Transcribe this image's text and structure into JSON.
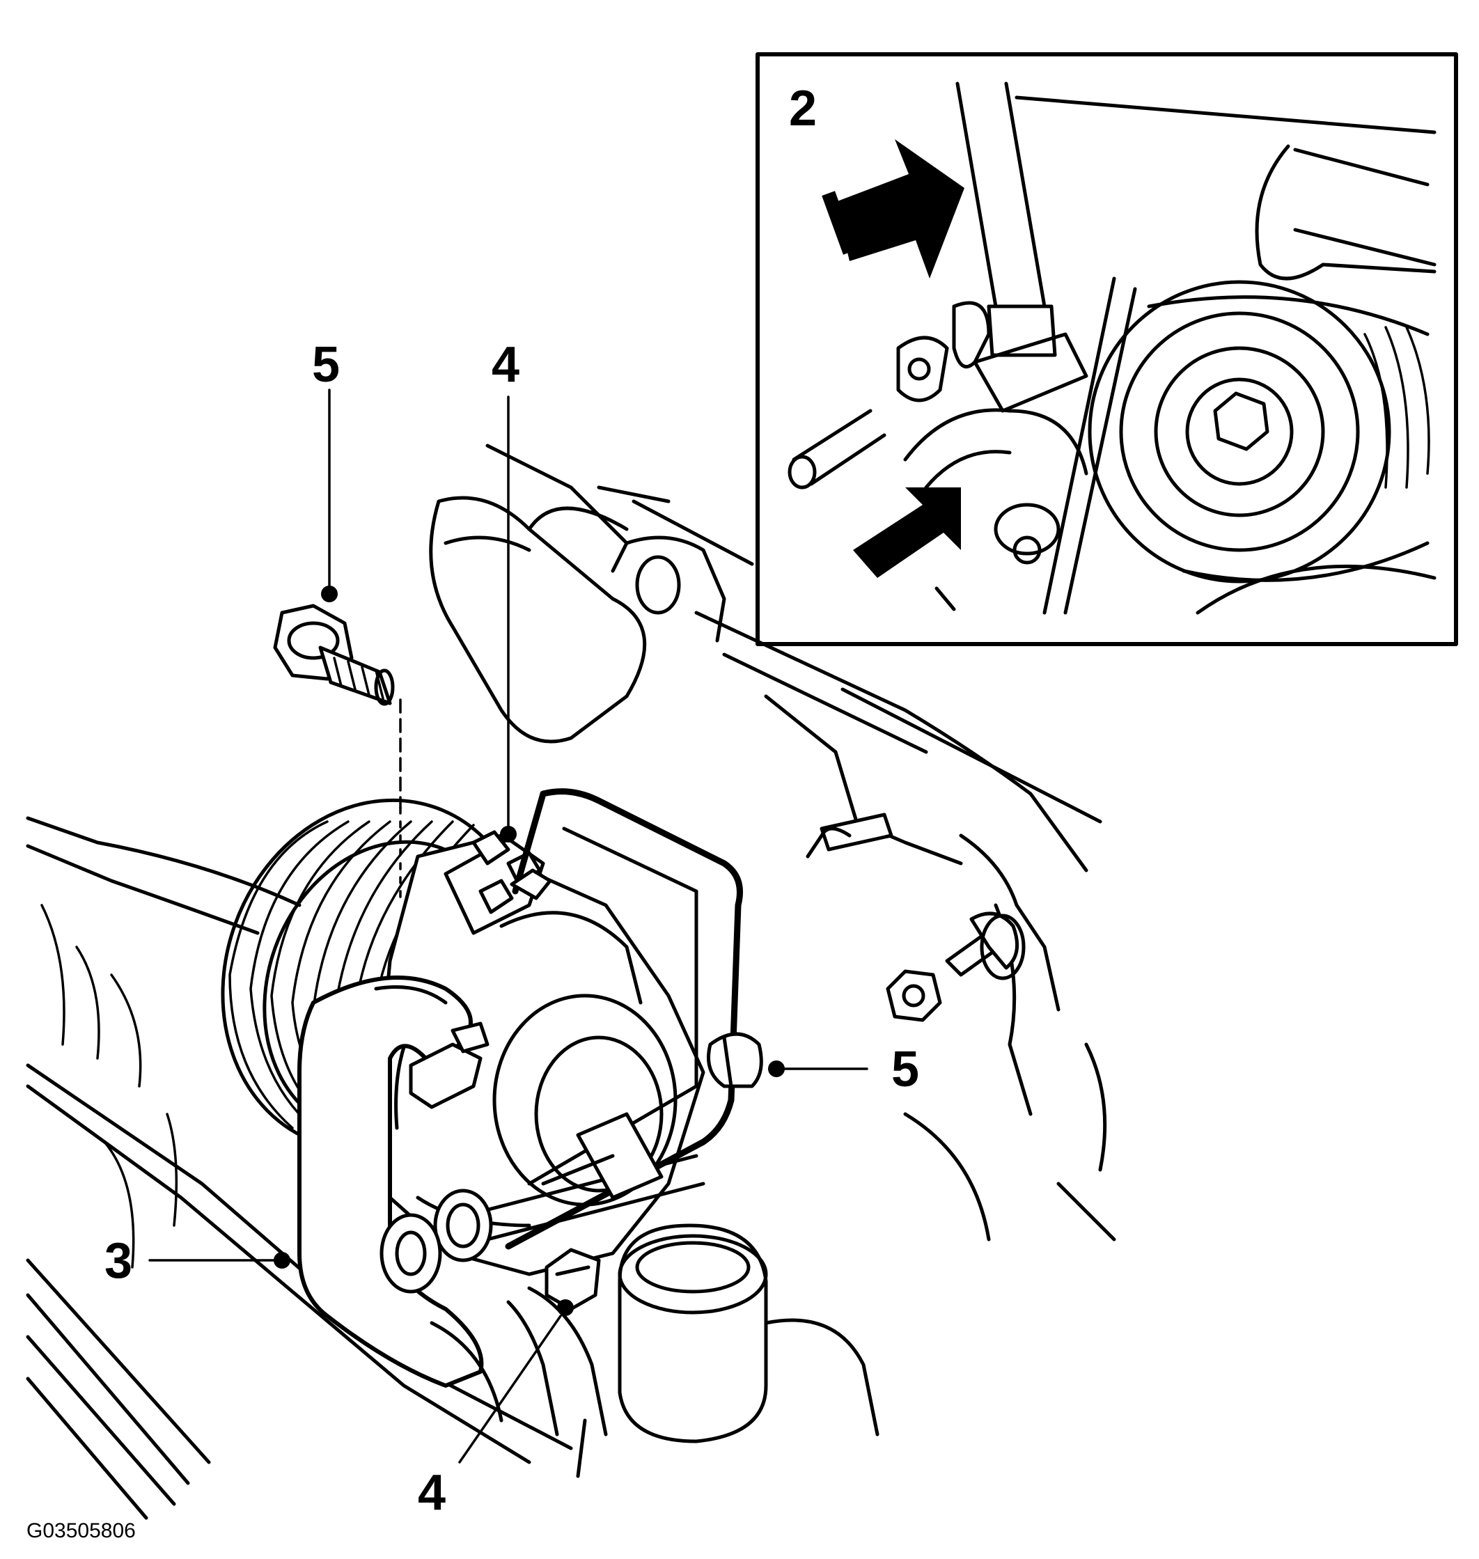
{
  "figure_code": "G03505806",
  "callouts": {
    "inset": "2",
    "hose_3": "3",
    "bolt_4_top": "4",
    "bolt_4_bottom": "4",
    "bolt_5_top": "5",
    "bolt_5_right": "5"
  },
  "colors": {
    "line": "#000000",
    "background": "#ffffff"
  }
}
